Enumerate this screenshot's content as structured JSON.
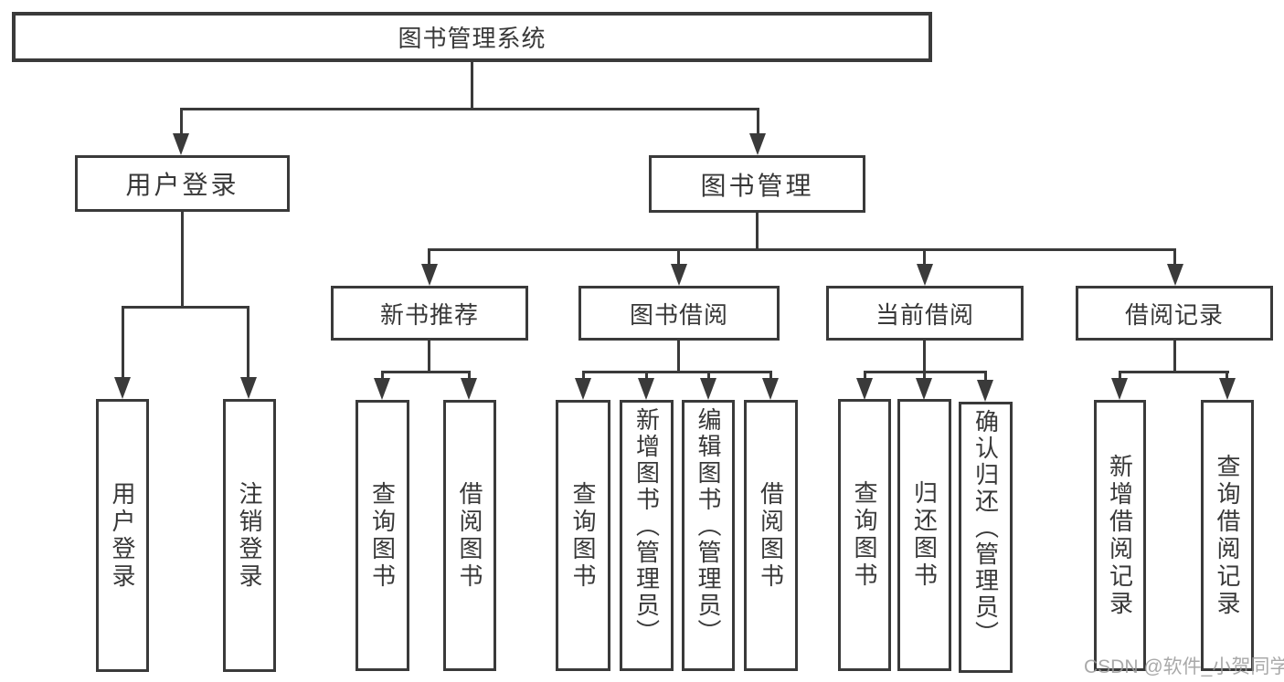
{
  "title": "图书管理系统",
  "level1": {
    "left": "用户登录",
    "right": "图书管理"
  },
  "level2": [
    "新书推荐",
    "图书借阅",
    "当前借阅",
    "借阅记录"
  ],
  "leaves": {
    "user_login": [
      "用户登录",
      "注销登录"
    ],
    "new_books": [
      "查询图书",
      "借阅图书"
    ],
    "book_borrow": [
      "查询图书",
      "新增图书（管理员）",
      "编辑图书（管理员）",
      "借阅图书"
    ],
    "current_borrow": [
      "查询图书",
      "归还图书",
      "确认归还（管理员）"
    ],
    "borrow_records": [
      "新增借阅记录",
      "查询借阅记录"
    ]
  },
  "watermark": "CSDN @软件_小贺同学",
  "colors": {
    "line": "#3a3a3a",
    "text": "#383838",
    "watermark": "#9b9b9b",
    "background": "#ffffff"
  }
}
